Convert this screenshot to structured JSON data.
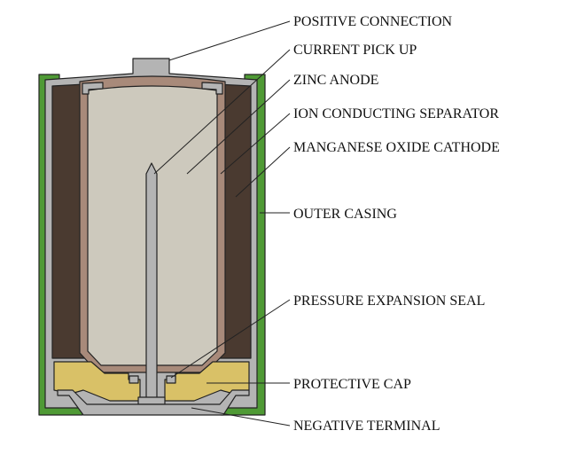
{
  "labels": {
    "positive_connection": "POSITIVE CONNECTION",
    "current_pick_up": "CURRENT PICK UP",
    "zinc_anode": "ZINC ANODE",
    "ion_conducting_separator": "ION CONDUCTING SEPARATOR",
    "manganese_oxide_cathode": "MANGANESE OXIDE CATHODE",
    "outer_casing": "OUTER CASING",
    "pressure_expansion_seal": "PRESSURE EXPANSION SEAL",
    "protective_cap": "PROTECTIVE CAP",
    "negative_terminal": "NEGATIVE TERMINAL"
  },
  "colors": {
    "outer_casing": "#4f9a35",
    "metal_shell": "#b4b4b4",
    "cathode": "#4a3a30",
    "separator": "#a88a7a",
    "anode": "#cdc9bd",
    "pick_up": "#b4b4b4",
    "seal": "#d9c167",
    "terminal": "#b4b4b4"
  }
}
